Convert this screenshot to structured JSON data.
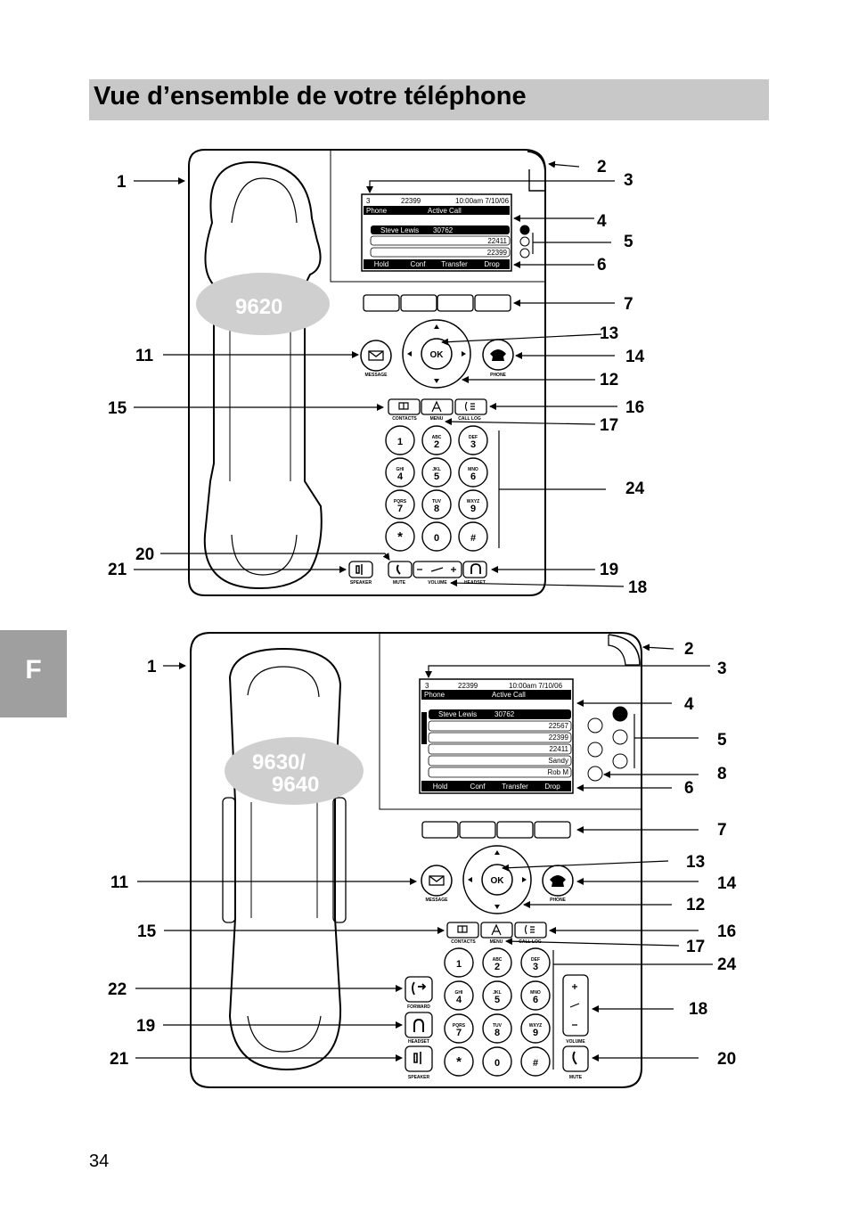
{
  "page": {
    "title": "Vue d’ensemble de votre téléphone",
    "side_tab": "F",
    "page_number": "34"
  },
  "phone1": {
    "model": "9620",
    "screen": {
      "status_left": "3",
      "status_ext": "22399",
      "status_time": "10:00am 7/10/06",
      "title_left": "Phone",
      "title_right": "Active Call",
      "lines": [
        "Steve Lewis",
        "30762",
        "22411",
        "22399"
      ],
      "softkeys": [
        "Hold",
        "Conf",
        "Transfer",
        "Drop"
      ]
    },
    "keys": {
      "message": "MESSAGE",
      "phone": "PHONE",
      "ok": "OK",
      "contacts": "CONTACTS",
      "menu": "MENU",
      "call_log": "CALL LOG",
      "speaker": "SPEAKER",
      "mute": "MUTE",
      "volume": "VOLUME",
      "headset": "HEADSET"
    },
    "callouts": [
      "1",
      "2",
      "3",
      "4",
      "5",
      "6",
      "7",
      "13",
      "11",
      "14",
      "12",
      "15",
      "16",
      "17",
      "24",
      "20",
      "21",
      "19",
      "18"
    ]
  },
  "phone2": {
    "model_line1": "9630/",
    "model_line2": "9640",
    "screen": {
      "status_left": "3",
      "status_ext": "22399",
      "status_time": "10:00am 7/10/06",
      "title_left": "Phone",
      "title_right": "Active Call",
      "lines": [
        "Steve Lewis",
        "30762",
        "22567",
        "22399",
        "22411",
        "Sandy",
        "Rob M"
      ],
      "softkeys": [
        "Hold",
        "Conf",
        "Transfer",
        "Drop"
      ]
    },
    "keys": {
      "message": "MESSAGE",
      "phone": "PHONE",
      "ok": "OK",
      "contacts": "CONTACTS",
      "menu": "MENU",
      "call_log": "CALL LOG",
      "forward": "FORWARD",
      "headset": "HEADSET",
      "speaker": "SPEAKER",
      "volume": "VOLUME",
      "mute": "MUTE"
    },
    "callouts": [
      "1",
      "2",
      "3",
      "4",
      "5",
      "8",
      "6",
      "7",
      "13",
      "11",
      "14",
      "12",
      "15",
      "16",
      "17",
      "24",
      "22",
      "18",
      "19",
      "21",
      "20"
    ]
  },
  "keypad": [
    {
      "digit": "1",
      "letters": ""
    },
    {
      "digit": "2",
      "letters": "ABC"
    },
    {
      "digit": "3",
      "letters": "DEF"
    },
    {
      "digit": "4",
      "letters": "GHI"
    },
    {
      "digit": "5",
      "letters": "JKL"
    },
    {
      "digit": "6",
      "letters": "MNO"
    },
    {
      "digit": "7",
      "letters": "PQRS"
    },
    {
      "digit": "8",
      "letters": "TUV"
    },
    {
      "digit": "9",
      "letters": "WXYZ"
    },
    {
      "digit": "*",
      "letters": ""
    },
    {
      "digit": "0",
      "letters": ""
    },
    {
      "digit": "#",
      "letters": ""
    }
  ],
  "colors": {
    "title_bar": "#c8c8c8",
    "side_tab": "#9f9f9f",
    "model_oval": "#cfcfcf"
  }
}
